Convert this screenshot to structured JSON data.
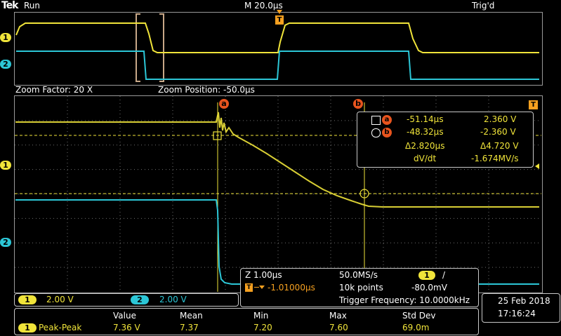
{
  "header": {
    "brand": "Tek",
    "run_state": "Run",
    "timebase": "M 20.0µs",
    "trigger_state": "Trig'd"
  },
  "zoom": {
    "factor": "Zoom Factor: 20 X",
    "position": "Zoom Position: -50.0µs"
  },
  "markers": {
    "ch1": "1",
    "ch2": "2",
    "trigger": "T",
    "cursor_a": "a",
    "cursor_b": "b"
  },
  "cursor_readout": {
    "a_time": "-51.14µs",
    "a_volt": "2.360 V",
    "b_time": "-48.32µs",
    "b_volt": "-2.360 V",
    "delta_time": "Δ2.820µs",
    "delta_volt": "Δ4.720 V",
    "slope_label": "dV/dt",
    "slope_value": "-1.674MV/s"
  },
  "channels": [
    {
      "num": "1",
      "scale": "2.00 V",
      "color": "#f0e43a"
    },
    {
      "num": "2",
      "scale": "2.00 V",
      "color": "#2cc6d6"
    }
  ],
  "acquisition": {
    "zoom_scale": "Z 1.00µs",
    "sample_rate": "50.0MS/s",
    "trigger_channel": "1",
    "trigger_slope": "/",
    "trigger_delay": "-1.01000µs",
    "record_length": "10k points",
    "trigger_level": "-80.0mV",
    "trigger_frequency": "Trigger Frequency: 10.0000kHz"
  },
  "datetime": {
    "date": "25 Feb  2018",
    "time": "17:16:24"
  },
  "measurements": {
    "headers": [
      "Value",
      "Mean",
      "Min",
      "Max",
      "Std Dev"
    ],
    "rows": [
      {
        "channel": "1",
        "name": "Peak-Peak",
        "values": [
          "7.36 V",
          "7.37",
          "7.20",
          "7.60",
          "69.0m"
        ]
      }
    ]
  },
  "colors": {
    "ch1": "#f0e43a",
    "ch2": "#2cc6d6",
    "trigger": "#f5a020",
    "cursor_marker": "#e8541e",
    "grid": "#6e6e6e"
  }
}
